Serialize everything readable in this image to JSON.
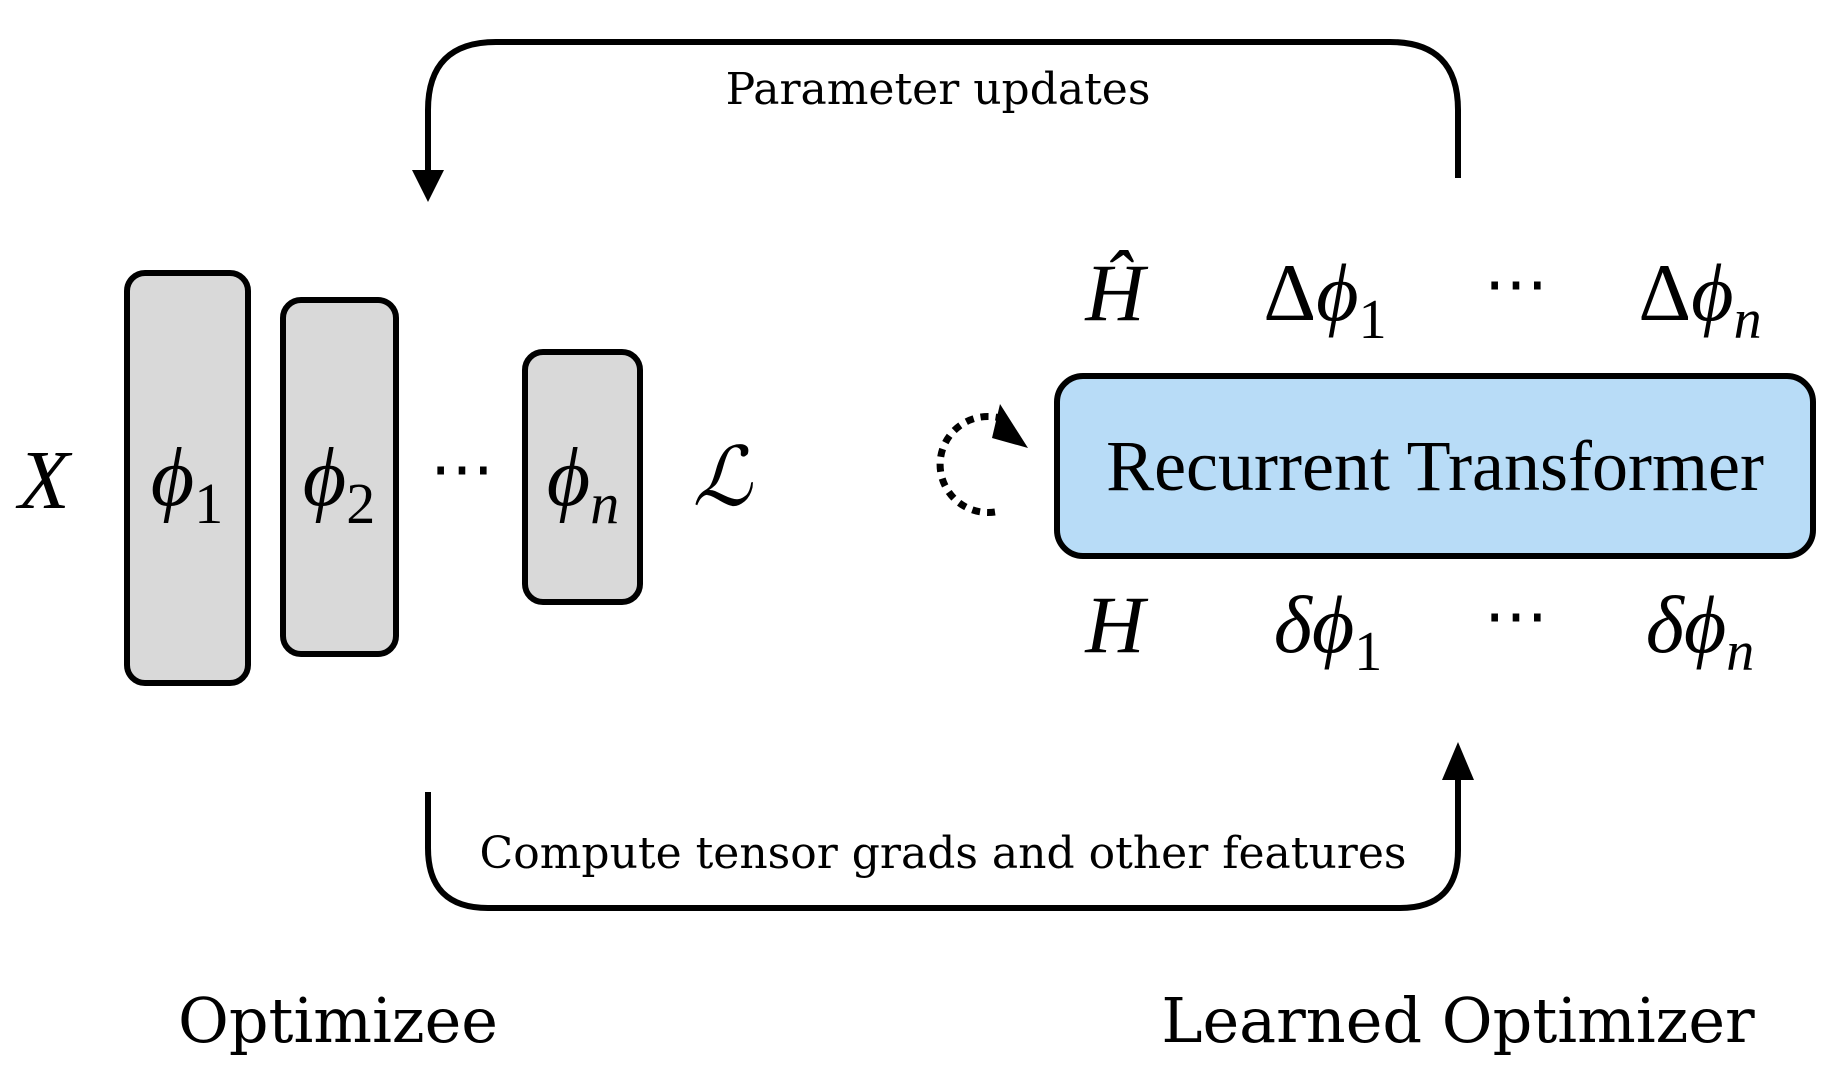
{
  "arrows": {
    "top_label": "Parameter updates",
    "bottom_label": "Compute tensor grads and other features"
  },
  "optimizee": {
    "section_label": "Optimizee",
    "input": "X",
    "layers": [
      {
        "symbol": "ϕ",
        "subscript": "1"
      },
      {
        "symbol": "ϕ",
        "subscript": "2"
      },
      {
        "symbol": "ϕ",
        "subscript": "n"
      }
    ],
    "ellipsis": "⋯",
    "loss": "ℒ"
  },
  "learned_optimizer": {
    "section_label": "Learned Optimizer",
    "box_label": "Recurrent Transformer",
    "box_color": "#b8dcf7",
    "layer_fill_color": "#d9d9d9",
    "outputs": {
      "h": "Ĥ",
      "delta1": {
        "prefix": "Δ",
        "symbol": "ϕ",
        "subscript": "1"
      },
      "ellipsis": "⋯",
      "deltan": {
        "prefix": "Δ",
        "symbol": "ϕ",
        "subscript": "n"
      }
    },
    "inputs": {
      "h": "H",
      "grad1": {
        "prefix": "δ",
        "symbol": "ϕ",
        "subscript": "1"
      },
      "ellipsis": "⋯",
      "gradn": {
        "prefix": "δ",
        "symbol": "ϕ",
        "subscript": "n"
      }
    },
    "recurrence_icon": "dotted-loop-arrow-icon"
  }
}
